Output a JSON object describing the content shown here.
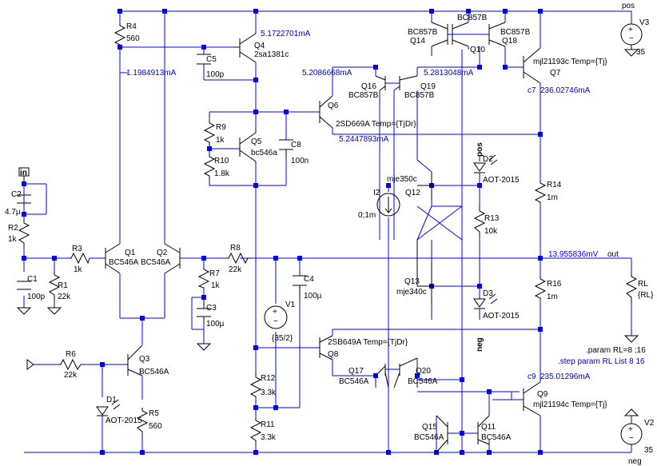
{
  "components": {
    "R4": {
      "name": "R4",
      "value": "560"
    },
    "Q4": {
      "name": "Q4",
      "model": "2sa1381c"
    },
    "C5": {
      "name": "C5",
      "value": "100p"
    },
    "R9": {
      "name": "R9",
      "value": "1k"
    },
    "Q5": {
      "name": "Q5",
      "model": "bc546a"
    },
    "R10": {
      "name": "R10",
      "value": "1.8k"
    },
    "C8": {
      "name": "C8",
      "value": "100n"
    },
    "Q6": {
      "name": "Q6",
      "model": "2SD669A Temp={TjDr}"
    },
    "Q16": {
      "name": "Q16",
      "model": "BC857B"
    },
    "Q19": {
      "name": "Q19",
      "model": "BC857B"
    },
    "Q14": {
      "name": "Q14",
      "model": "BC857B"
    },
    "Q10": {
      "name": "Q10",
      "model": "BC857B"
    },
    "Q18": {
      "name": "Q18",
      "model": "BC857B"
    },
    "Q7": {
      "name": "Q7",
      "model": "mjl21193c Temp={Tj}"
    },
    "V3": {
      "name": "V3",
      "value": "35"
    },
    "C2": {
      "name": "C2",
      "value": "4.7µ"
    },
    "R2": {
      "name": "R2",
      "value": "1k"
    },
    "R3": {
      "name": "R3",
      "value": "1k"
    },
    "R1": {
      "name": "R1",
      "value": "22k"
    },
    "C1": {
      "name": "C1",
      "value": "100p"
    },
    "Q1": {
      "name": "Q1",
      "model": "BC546A"
    },
    "Q2": {
      "name": "Q2",
      "model": "BC546A"
    },
    "R8": {
      "name": "R8",
      "value": "22k"
    },
    "R7": {
      "name": "R7",
      "value": "1k"
    },
    "C3": {
      "name": "C3",
      "value": "100µ"
    },
    "C4": {
      "name": "C4",
      "value": "100µ"
    },
    "V1": {
      "name": "V1",
      "value": "{35/2}"
    },
    "I2": {
      "name": "I2",
      "value": "0;1m"
    },
    "Q12": {
      "name": "Q12",
      "model": "mje350c"
    },
    "Q13": {
      "name": "Q13",
      "model": "mje340c"
    },
    "D2": {
      "name": "D2",
      "model": "AOT-2015"
    },
    "D3": {
      "name": "D3",
      "model": "AOT-2015"
    },
    "R13": {
      "name": "R13",
      "value": "10k"
    },
    "R14": {
      "name": "R14",
      "value": "1m"
    },
    "R16": {
      "name": "R16",
      "value": "1m"
    },
    "RL": {
      "name": "RL",
      "value": "{RL}"
    },
    "Q3": {
      "name": "Q3",
      "model": "BC546A"
    },
    "R6": {
      "name": "R6",
      "value": "22k"
    },
    "D1": {
      "name": "D1",
      "model": "AOT-2015"
    },
    "R5": {
      "name": "R5",
      "value": "560"
    },
    "Q8": {
      "name": "Q8",
      "model": "2SB649A Temp={TjDr}"
    },
    "Q17": {
      "name": "Q17",
      "model": "BC546A"
    },
    "Q20": {
      "name": "Q20",
      "model": "BC546A"
    },
    "R12": {
      "name": "R12",
      "value": "3.3k"
    },
    "R11": {
      "name": "R11",
      "value": "3.3k"
    },
    "Q15": {
      "name": "Q15",
      "model": "BC546A"
    },
    "Q11": {
      "name": "Q11",
      "model": "BC546A"
    },
    "Q9": {
      "name": "Q9",
      "model": "mjl21194c Temp={Tj}"
    },
    "V2": {
      "name": "V2",
      "value": "35"
    }
  },
  "nets": {
    "pos": "pos",
    "neg": "neg",
    "out": "out",
    "in": "in",
    "c7": "c7",
    "c9": "c9"
  },
  "annotations": {
    "i_q4": "5.1722701mA",
    "i_r4": "1.1984913mA",
    "i_q16": "5.2086668mA",
    "i_q19": "5.2813048mA",
    "i_q6": "5.2447893mA",
    "i_q7": "236.02746mA",
    "v_out": "13.955836mV",
    "i_q9": "235.01296mA"
  },
  "directives": {
    "param": ".param RL=8 ;16",
    "step": ".step param RL List 8 16"
  }
}
